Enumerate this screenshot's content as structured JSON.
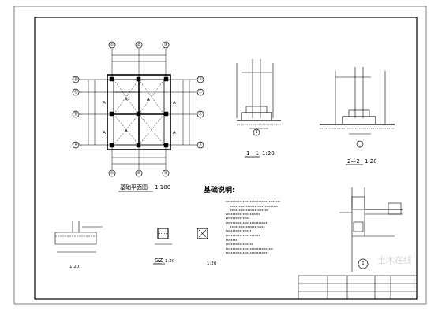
{
  "plan": {
    "top_bubbles": [
      "①",
      "②",
      "③"
    ],
    "bottom_bubbles": [
      "①",
      "②",
      "③"
    ],
    "left_bubbles": [
      "Ⓓ",
      "Ⓒ",
      "Ⓑ",
      "Ⓐ"
    ],
    "right_bubbles": [
      "Ⓓ",
      "Ⓒ",
      "Ⓑ",
      "Ⓐ"
    ],
    "room_mark": "A",
    "title": "基础平面图",
    "scale": "1:100"
  },
  "section1": {
    "label": "1—1",
    "scale": "1:20",
    "bubble": "1"
  },
  "section2": {
    "label": "2—2",
    "scale": "1:20"
  },
  "notes": {
    "title": "基础说明:"
  },
  "detail_left": {
    "scale": "1:20"
  },
  "detail_gz": {
    "label": "GZ",
    "scale": "1:20"
  },
  "detail_small": {
    "scale": "1:20"
  },
  "detail_right": {
    "bubble": "1"
  },
  "colors": {
    "ink": "#000000",
    "paper": "#ffffff",
    "watermark": "#d6d6d6"
  },
  "watermark": "土木在线"
}
